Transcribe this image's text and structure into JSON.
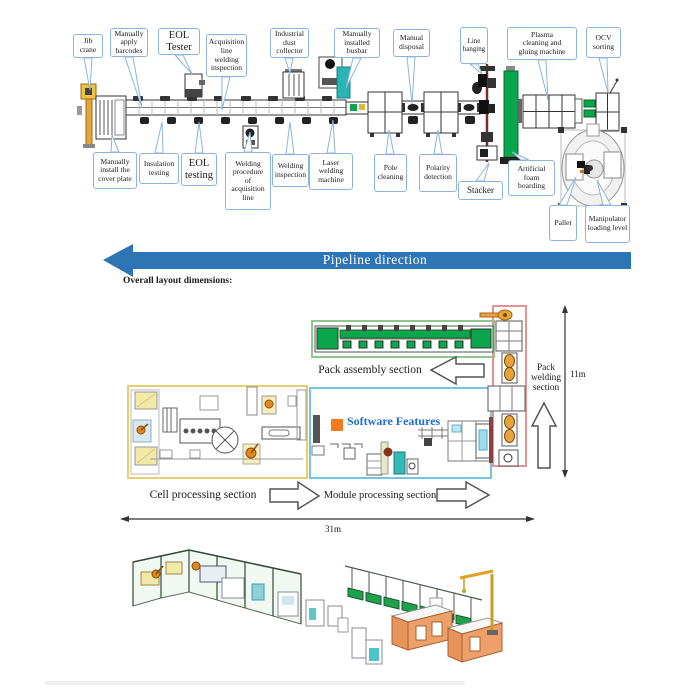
{
  "titles": {
    "pipeline_direction": "Pipeline direction",
    "overall_heading": "Overall layout dimensions:"
  },
  "stations": {
    "jib_crane": "Jib\ncrane",
    "manually_apply_barcodes": "Manually\napply\nbarcodes",
    "eol_tester": "EOL\nTester",
    "acquisition_line_welding_inspection": "Acquisition\nline\nwelding\ninspection",
    "industrial_dust_collector": "Industrial\ndust\ncollector",
    "manually_installed_busbar": "Manually\ninstalled\nbusbar",
    "manual_disposal": "Manual\ndisposal",
    "line_hanging": "Line\nhanging",
    "plasma_cleaning_gluing": "Plasma\ncleaning and\ngluing machine",
    "ocv_sorting": "OCV\nsorting",
    "manually_install_cover_plate": "Manually\ninstall the\ncover plate",
    "insulation_testing": "Insulation\ntesting",
    "eol_testing": "EOL\ntesting",
    "welding_procedure_acquisition_line": "Welding\nprocedure\nof\nacquisition\nline",
    "welding_inspection": "Welding\ninspection",
    "laser_welding_machine": "Laser\nwelding\nmachine",
    "pole_cleaning": "Pole\ncleaning",
    "polarity_detection": "Polarity\ndetection",
    "stacker": "Stacker",
    "artificial_foam_boarding": "Artificial\nfoam\nboarding",
    "pallet": "Pallet",
    "manipulator_loading_level": "Manipulator\nloading level"
  },
  "floor_plan": {
    "pack_assembly": "Pack assembly section",
    "pack_welding": "Pack\nwelding\nsection",
    "cell_processing": "Cell processing section",
    "module_processing": "Module processing section",
    "software_features": "Software Features",
    "height_dim": "11m",
    "width_dim": "31m"
  },
  "colors": {
    "callout_border": "#8db4d9",
    "pipeline_blue": "#2e75b6",
    "conveyor_green": "#0aa64b",
    "section_green": "#8cc88c",
    "section_red": "#e59393",
    "section_yellow": "#e6d06a",
    "section_cyan": "#74c6e0",
    "software_orange": "#f47a1f",
    "software_blue": "#1a6fd4",
    "crane_orange": "#e8a33d"
  }
}
